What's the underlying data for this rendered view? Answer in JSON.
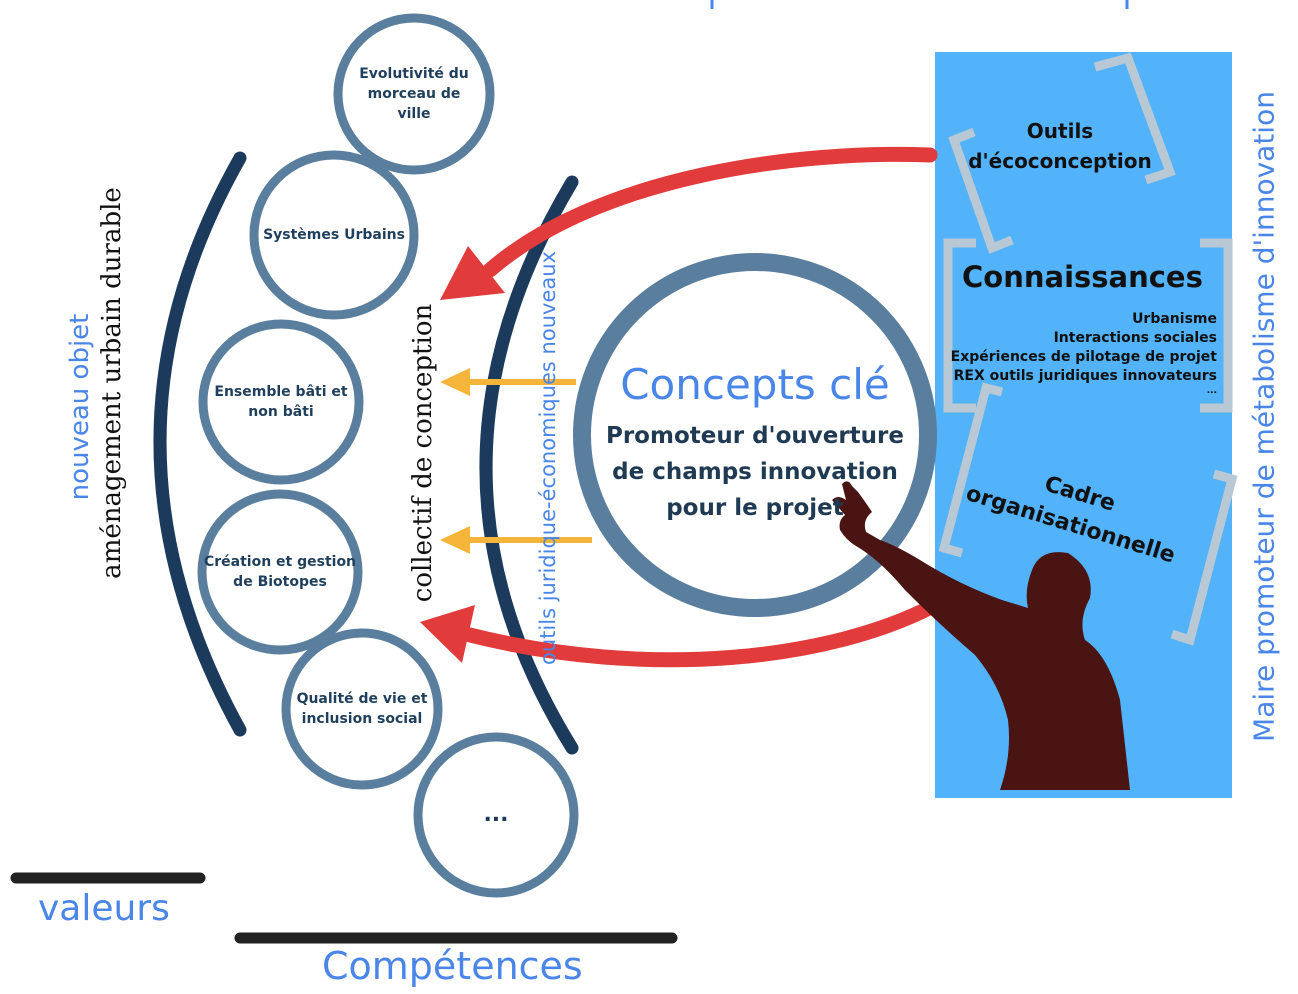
{
  "left_circles": [
    {
      "label": "Evolutivité du morceau de ville"
    },
    {
      "label": "Systèmes Urbains"
    },
    {
      "label": "Ensemble bâti et non bâti"
    },
    {
      "label": "Création et gestion de Biotopes"
    },
    {
      "label": "Qualité de vie et inclusion social"
    },
    {
      "label": "..."
    }
  ],
  "vertical_labels": {
    "nouveau_objet": "nouveau objet",
    "amenagement": "aménagement urbain durable",
    "collectif": "collectif de conception",
    "outils": "outils juridique-économiques nouveaux",
    "maire": "Maire promoteur de métabolisme d'innovation"
  },
  "center": {
    "title": "Concepts clé",
    "subtitle_lines": [
      "Promoteur d'ouverture",
      "de champs innovation",
      "pour le projet"
    ]
  },
  "panel": {
    "background": "#52b2fa",
    "outils_lines": [
      "Outils",
      "d'écoconception"
    ],
    "connaissances_title": "Connaissances",
    "connaissances_items": [
      "Urbanisme",
      "Interactions sociales",
      "Expériences de pilotage de projet",
      "REX outils juridiques innovateurs",
      "..."
    ],
    "cadre_lines": [
      "Cadre",
      "organisationnelle"
    ]
  },
  "bottom": {
    "valeurs": "valeurs",
    "competences": "Compétences"
  },
  "colors": {
    "dark_navy": "#1b3a5c",
    "circle_stroke": "#5a7f9e",
    "red_arrow": "#e23b3b",
    "yellow_arrow": "#f5b43a",
    "blue_text": "#4a86e8"
  }
}
